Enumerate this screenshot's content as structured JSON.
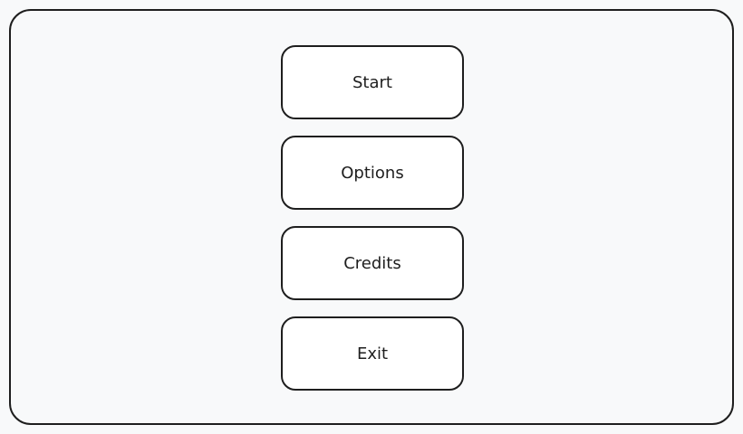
{
  "menu": {
    "start_label": "Start",
    "options_label": "Options",
    "credits_label": "Credits",
    "exit_label": "Exit"
  }
}
